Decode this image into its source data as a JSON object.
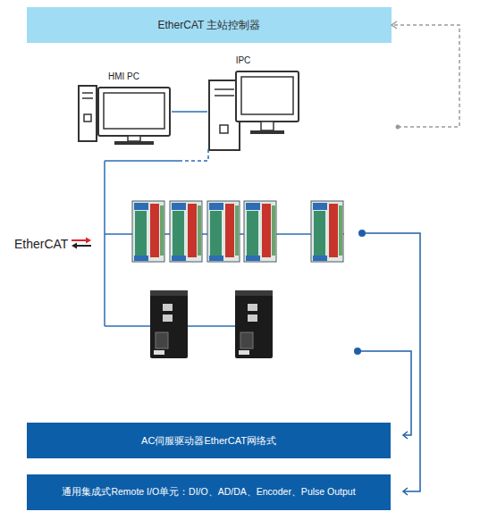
{
  "diagram": {
    "nodes": [
      {
        "text": [
          "EtherCAT 主站控制器"
        ]
      },
      {
        "text": [
          "HMI PC"
        ]
      },
      {
        "text": [
          "IPC"
        ]
      },
      {
        "text": [
          "AC伺服驱动器EtherCAT网络式"
        ]
      },
      {
        "text": [
          "通用集成式Remote I/O单元：DI/O、AD/DA、Encoder、Pulse Output"
        ]
      }
    ],
    "edges": [
      {
        "from": 1,
        "to": 2,
        "arrow": "none"
      },
      {
        "from": 2,
        "to": 0,
        "arrow": "to"
      }
    ],
    "labels": [
      "EtherCAT"
    ]
  }
}
